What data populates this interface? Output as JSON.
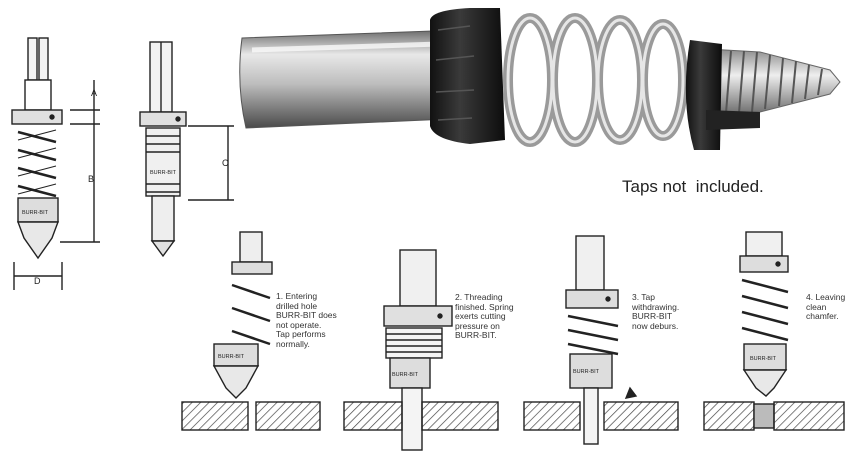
{
  "caption": "Taps not  included.",
  "dim_labels": {
    "a": "A",
    "b": "B",
    "c": "C",
    "d": "D"
  },
  "brand": "BURR-BIT",
  "steps": [
    {
      "text": "1. Entering\ndrilled hole\nBURR-BIT does\nnot operate.\nTap performs\nnormally."
    },
    {
      "text": "2. Threading\nfinished. Spring\nexerts cutting\npressure on\nBURR-BIT."
    },
    {
      "text": "3. Tap\nwithdrawing.\nBURR-BIT\nnow deburs."
    },
    {
      "text": "4. Leaving\nclean\nchamfer."
    }
  ]
}
